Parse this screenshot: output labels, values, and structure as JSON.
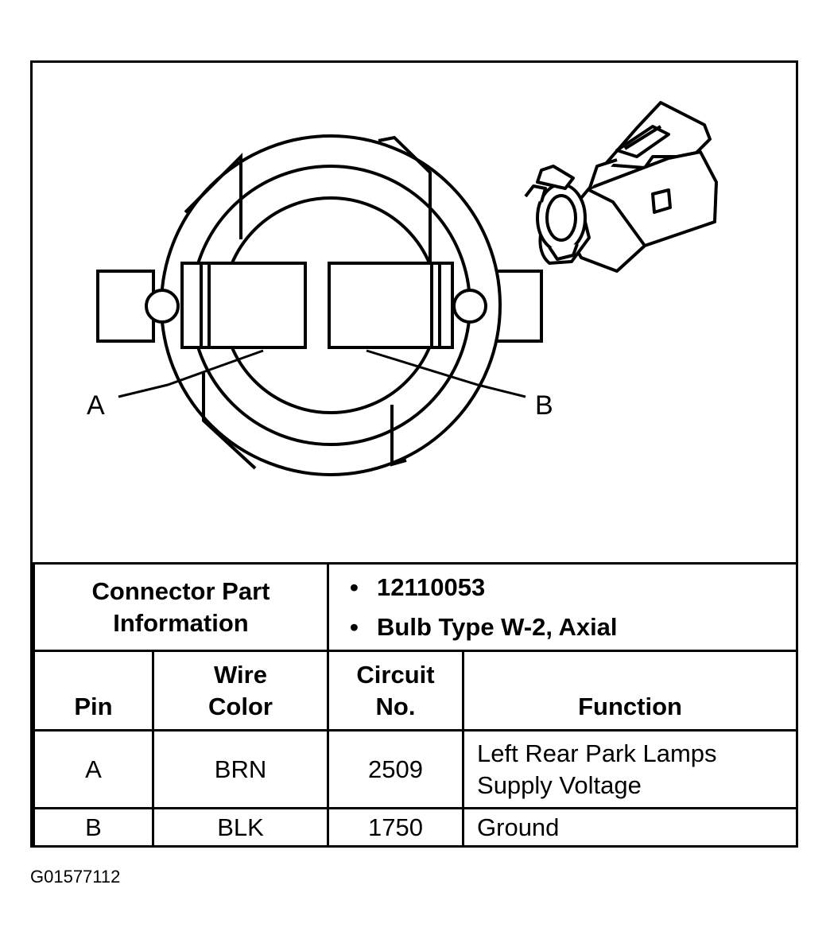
{
  "diagram": {
    "callouts": {
      "a": "A",
      "b": "B"
    }
  },
  "connector_info": {
    "label_line1": "Connector Part",
    "label_line2": "Information",
    "items": [
      "12110053",
      "Bulb Type W-2, Axial"
    ]
  },
  "table": {
    "headers": {
      "pin": "Pin",
      "wire_line1": "Wire",
      "wire_line2": "Color",
      "circuit_line1": "Circuit",
      "circuit_line2": "No.",
      "function": "Function"
    },
    "rows": [
      {
        "pin": "A",
        "wire_color": "BRN",
        "circuit": "2509",
        "function_line1": "Left Rear Park Lamps",
        "function_line2": "Supply Voltage"
      },
      {
        "pin": "B",
        "wire_color": "BLK",
        "circuit": "1750",
        "function_line1": "Ground",
        "function_line2": ""
      }
    ]
  },
  "figure_code": "G01577112"
}
